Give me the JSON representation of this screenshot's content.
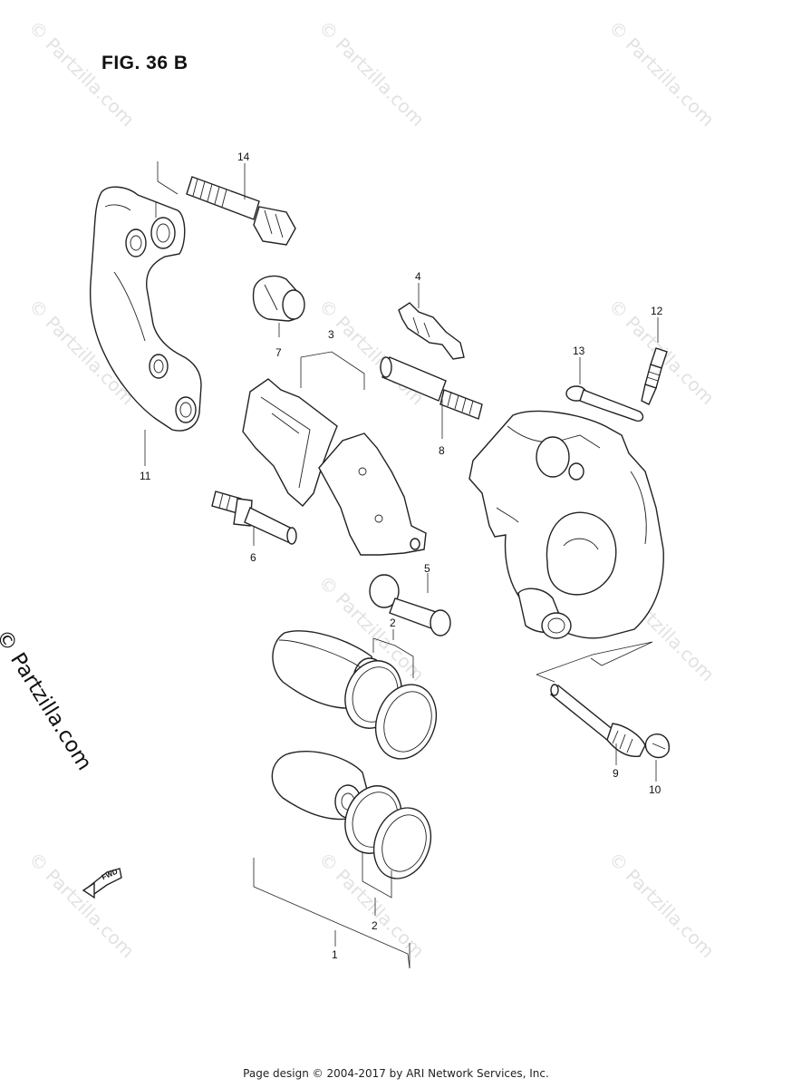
{
  "title": "FIG. 36 B",
  "watermark": "© Partzilla.com",
  "side_mark": "© Partzilla.com",
  "fwd_label": "FWD",
  "footer": "Page design © 2004-2017 by ARI Network Services, Inc.",
  "labels": {
    "p1": "1",
    "p2a": "2",
    "p2b": "2",
    "p3": "3",
    "p4": "4",
    "p5": "5",
    "p6": "6",
    "p7": "7",
    "p8": "8",
    "p9": "9",
    "p10": "10",
    "p11": "11",
    "p12": "12",
    "p13": "13",
    "p14": "14"
  }
}
